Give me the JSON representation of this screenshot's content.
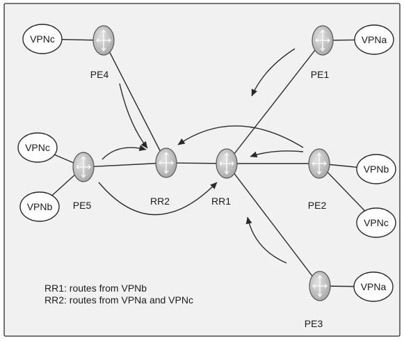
{
  "colors": {
    "background": "#f1f1f1",
    "frame": "#2a2a2a",
    "link": "#2a2a2a",
    "router_fill": "#c8c8c8",
    "vpn_fill": "#ffffff"
  },
  "icons": {
    "router": "router-icon"
  },
  "routers": [
    {
      "id": "pe4",
      "label": "PE4"
    },
    {
      "id": "pe1",
      "label": "PE1"
    },
    {
      "id": "pe5",
      "label": "PE5"
    },
    {
      "id": "rr2",
      "label": "RR2"
    },
    {
      "id": "rr1",
      "label": "RR1"
    },
    {
      "id": "pe2",
      "label": "PE2"
    },
    {
      "id": "pe3",
      "label": "PE3"
    }
  ],
  "vpns": [
    {
      "id": "vpn_pe4",
      "label": "VPNc"
    },
    {
      "id": "vpn_pe1",
      "label": "VPNa"
    },
    {
      "id": "vpn_pe5_top",
      "label": "VPNc"
    },
    {
      "id": "vpn_pe5_bottom",
      "label": "VPNb"
    },
    {
      "id": "vpn_pe2_right",
      "label": "VPNb"
    },
    {
      "id": "vpn_pe2_bottom",
      "label": "VPNc"
    },
    {
      "id": "vpn_pe3",
      "label": "VPNa"
    }
  ],
  "links": [
    {
      "from": "pe4",
      "to": "vpn_pe4"
    },
    {
      "from": "pe1",
      "to": "vpn_pe1"
    },
    {
      "from": "pe5",
      "to": "vpn_pe5_top"
    },
    {
      "from": "pe5",
      "to": "vpn_pe5_bottom"
    },
    {
      "from": "pe2",
      "to": "vpn_pe2_right"
    },
    {
      "from": "pe2",
      "to": "vpn_pe2_bottom"
    },
    {
      "from": "pe3",
      "to": "vpn_pe3"
    },
    {
      "from": "pe4",
      "to": "rr2"
    },
    {
      "from": "pe5",
      "to": "rr2"
    },
    {
      "from": "rr2",
      "to": "rr1"
    },
    {
      "from": "rr1",
      "to": "pe2"
    },
    {
      "from": "rr1",
      "to": "pe1"
    },
    {
      "from": "rr1",
      "to": "pe3"
    }
  ],
  "advertisements": [
    {
      "from": "pe4",
      "to": "rr2"
    },
    {
      "from": "pe5",
      "to": "rr2"
    },
    {
      "from": "pe2",
      "to": "rr2"
    },
    {
      "from": "pe1",
      "to": "rr1"
    },
    {
      "from": "pe2",
      "to": "rr1"
    },
    {
      "from": "pe5",
      "to": "rr1"
    },
    {
      "from": "pe3",
      "to": "rr1"
    }
  ],
  "legend": [
    "RR1: routes from VPNb",
    "RR2: routes from VPNa and VPNc"
  ]
}
